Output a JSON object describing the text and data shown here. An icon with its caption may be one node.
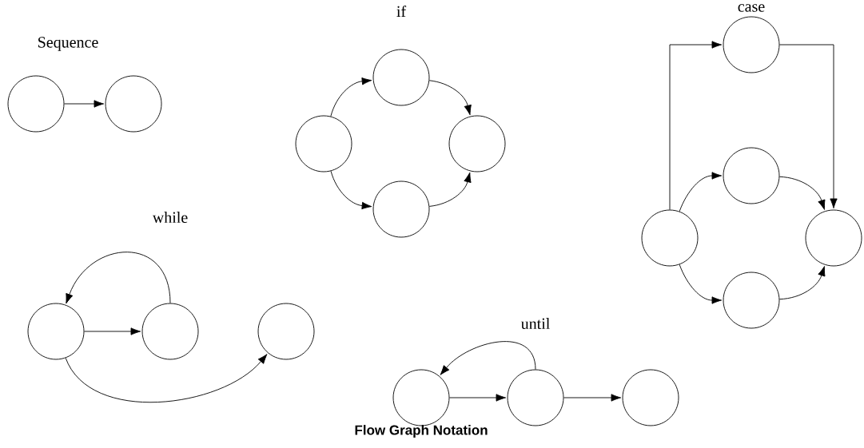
{
  "diagram": {
    "caption": "Flow Graph Notation",
    "nodes": [
      {
        "text": [],
        "shape": "circle"
      },
      {
        "text": [],
        "shape": "circle"
      },
      {
        "text": [],
        "shape": "circle"
      },
      {
        "text": [],
        "shape": "circle"
      },
      {
        "text": [],
        "shape": "circle"
      },
      {
        "text": [],
        "shape": "circle"
      },
      {
        "text": [],
        "shape": "circle"
      },
      {
        "text": [],
        "shape": "circle"
      },
      {
        "text": [],
        "shape": "circle"
      },
      {
        "text": [],
        "shape": "circle"
      },
      {
        "text": [],
        "shape": "circle"
      },
      {
        "text": [],
        "shape": "circle"
      },
      {
        "text": [],
        "shape": "circle"
      },
      {
        "text": [],
        "shape": "circle"
      },
      {
        "text": [],
        "shape": "circle"
      },
      {
        "text": [],
        "shape": "circle"
      },
      {
        "text": [],
        "shape": "circle"
      }
    ],
    "edges": [
      {
        "from": 0,
        "to": 1,
        "arrow": "to"
      },
      {
        "from": 2,
        "to": 3,
        "arrow": "to"
      },
      {
        "from": 3,
        "to": 4,
        "arrow": "to"
      },
      {
        "from": 2,
        "to": 5,
        "arrow": "to"
      },
      {
        "from": 5,
        "to": 4,
        "arrow": "to"
      },
      {
        "from": 8,
        "to": 6,
        "arrow": "to"
      },
      {
        "from": 6,
        "to": 10,
        "arrow": "to"
      },
      {
        "from": 8,
        "to": 7,
        "arrow": "to"
      },
      {
        "from": 7,
        "to": 10,
        "arrow": "to"
      },
      {
        "from": 8,
        "to": 9,
        "arrow": "to"
      },
      {
        "from": 9,
        "to": 10,
        "arrow": "to"
      },
      {
        "from": 11,
        "to": 12,
        "arrow": "to"
      },
      {
        "from": 12,
        "to": 11,
        "arrow": "to"
      },
      {
        "from": 11,
        "to": 13,
        "arrow": "to"
      },
      {
        "from": 14,
        "to": 15,
        "arrow": "to"
      },
      {
        "from": 15,
        "to": 16,
        "arrow": "to"
      },
      {
        "from": 15,
        "to": 14,
        "arrow": "to"
      }
    ],
    "labels": [
      "Sequence",
      "if",
      "case",
      "while",
      "until"
    ]
  }
}
